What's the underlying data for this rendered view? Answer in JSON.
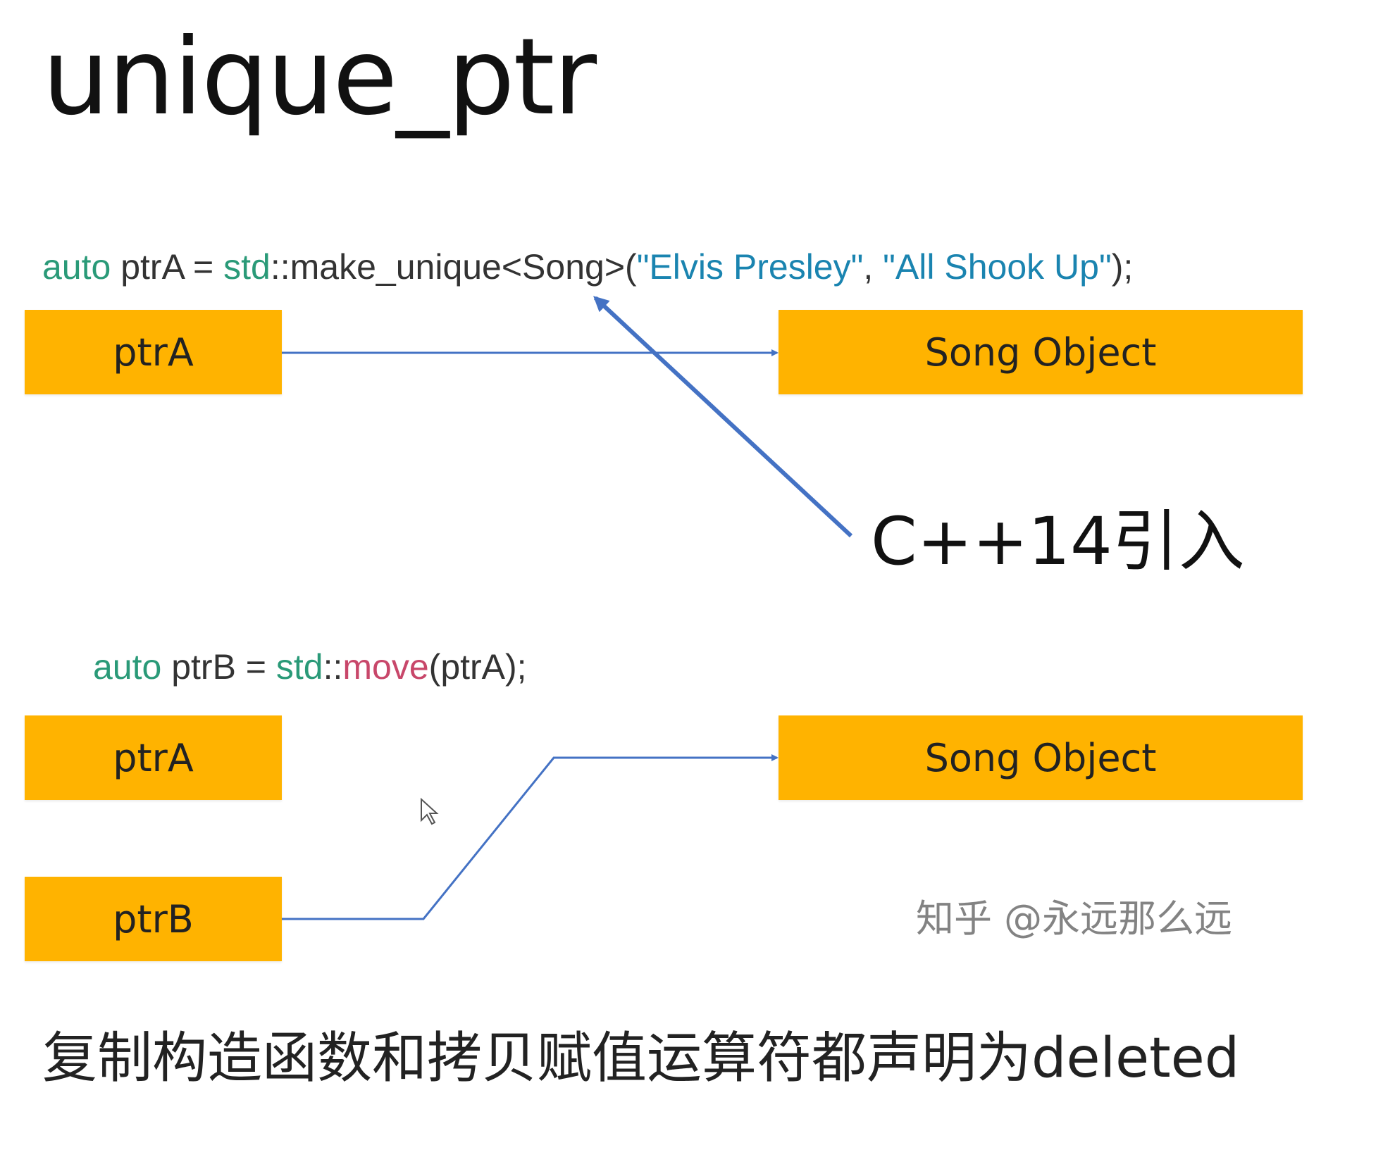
{
  "slide": {
    "title": "unique_ptr",
    "code1": {
      "kw1": "auto",
      "t1": " ptrA = ",
      "kw2": "std",
      "t2": "::make_unique<Song>(",
      "s1": "\"Elvis Presley\"",
      "t3": ", ",
      "s2": "\"All Shook Up\"",
      "t4": ");"
    },
    "diagram1": {
      "pointer": "ptrA",
      "object": "Song Object"
    },
    "note": "C++14引入",
    "code2": {
      "kw1": "auto",
      "t1": " ptrB = ",
      "kw2": "std",
      "t2": "::",
      "fn": "move",
      "t3": "(ptrA);"
    },
    "diagram2": {
      "pointer_a": "ptrA",
      "pointer_b": "ptrB",
      "object": "Song Object"
    },
    "footer_text": "复制构造函数和拷贝赋值运算符都声明为deleted",
    "watermark": "知乎 @永远那么远"
  },
  "colors": {
    "box": "#FFB300",
    "arrow": "#4472C4",
    "keyword": "#2a9a78",
    "string": "#1a84b0",
    "function": "#c8476a"
  }
}
